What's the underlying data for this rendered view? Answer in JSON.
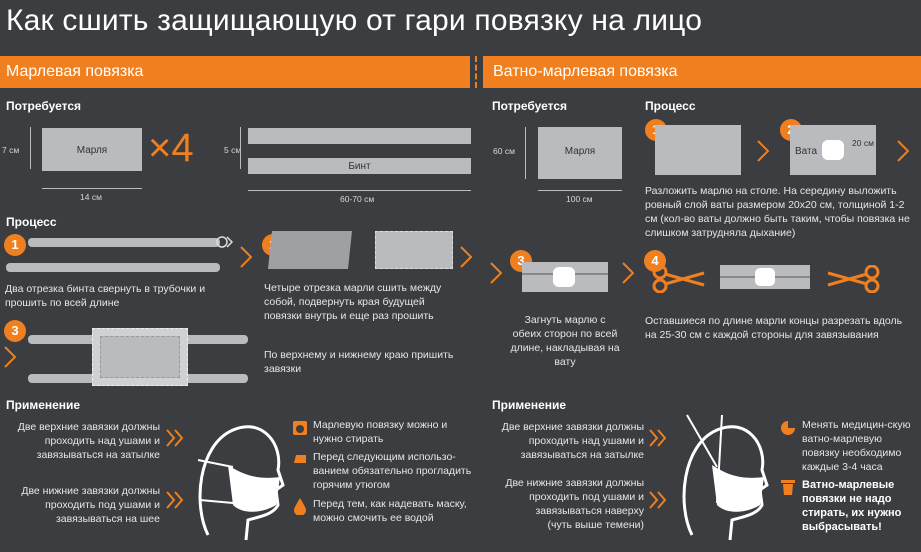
{
  "title": "Как сшить защищающую от гари повязку на лицо",
  "left": {
    "band": "Марлевая повязка",
    "need_label": "Потребуется",
    "gauze_label": "Марля",
    "gauze_h": "7 см",
    "gauze_w": "14 см",
    "times": "×4",
    "bandage_h": "5 см",
    "bandage_label": "Бинт",
    "bandage_w": "60-70 см",
    "process_label": "Процесс",
    "step1_num": "1",
    "step1_text": "Два отрезка бинта свернуть в трубочки и прошить по всей длине",
    "step2_num": "2",
    "step2_text": "Четыре отрезка марли сшить между собой, подвернуть края будущей повязки внутрь и еще раз прошить",
    "step3_num": "3",
    "step3_text": "По верхнему и нижнему краю пришить завязки",
    "use_label": "Применение",
    "use_top": "Две верхние завязки должны проходить над ушами и завязываться на затылке",
    "use_bottom": "Две нижние завязки должны проходить под ушами и завязываться на шее",
    "tip1": "Марлевую повязку можно и нужно стирать",
    "tip2": "Перед следующим использо-ванием обязательно прогладить горячим утюгом",
    "tip3": "Перед тем, как надевать маску, можно смочить ее водой"
  },
  "right": {
    "band": "Ватно-марлевая повязка",
    "need_label": "Потребуется",
    "gauze_label": "Марля",
    "gauze_h": "60 см",
    "gauze_w": "100 см",
    "process_label": "Процесс",
    "step1_num": "1",
    "step2_num": "2",
    "cotton_label": "Вата",
    "cotton_size": "20 см",
    "step12_text": "Разложить марлю на столе. На середину выложить ровный слой ваты размером 20х20 см, толщиной 1-2 см (кол-во ваты должно быть таким, чтобы повязка не слишком затрудняла дыхание)",
    "step3_num": "3",
    "step3_text": "Загнуть марлю с обеих сторон по всей длине, накладывая на вату",
    "step4_num": "4",
    "step4_text": "Оставшиеся по длине марли концы разрезать вдоль на 25-30 см с каждой стороны для завязывания",
    "use_label": "Применение",
    "use_top": "Две верхние завязки должны проходить над ушами и завязываться на затылке",
    "use_bottom": "Две нижние завязки должны проходить под ушами и завязываться наверху",
    "use_bottom_note": "(чуть выше темени)",
    "tip1": "Менять медицин-скую ватно-марлевую повязку необходимо каждые 3-4 часа",
    "tip2": "Ватно-марлевые повязки не надо стирать, их нужно выбрасывать!"
  }
}
